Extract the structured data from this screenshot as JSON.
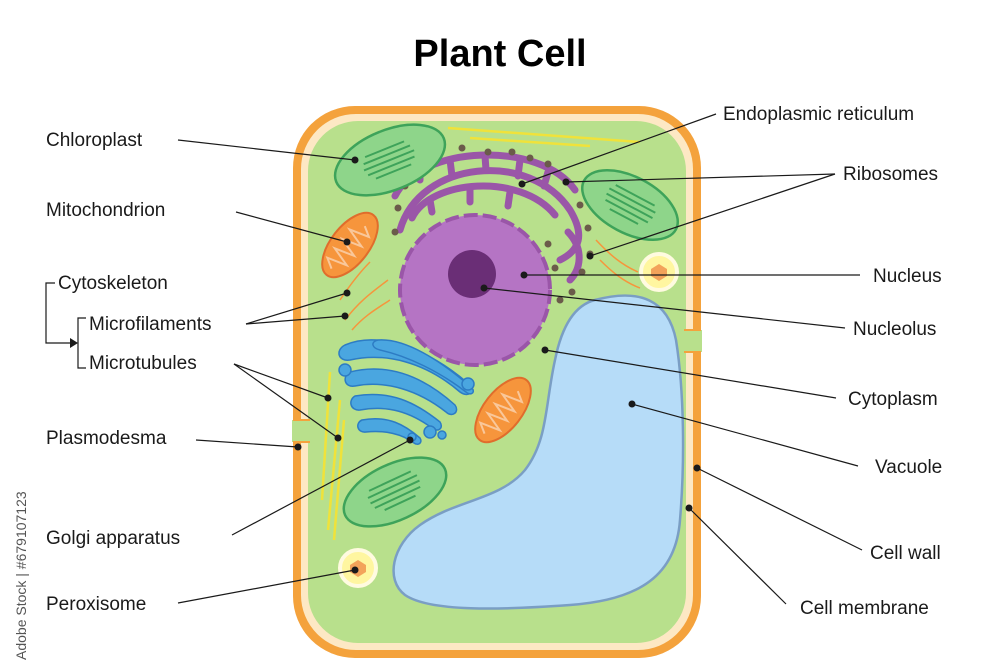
{
  "title": "Plant Cell",
  "labels": {
    "chloroplast": "Chloroplast",
    "mitochondrion": "Mitochondrion",
    "cytoskeleton": "Cytoskeleton",
    "microfilaments": "Microfilaments",
    "microtubules": "Microtubules",
    "plasmodesma": "Plasmodesma",
    "golgi": "Golgi apparatus",
    "peroxisome": "Peroxisome",
    "er": "Endoplasmic reticulum",
    "ribosomes": "Ribosomes",
    "nucleus": "Nucleus",
    "nucleolus": "Nucleolus",
    "cytoplasm": "Cytoplasm",
    "vacuole": "Vacuole",
    "cell_wall": "Cell wall",
    "cell_membrane": "Cell membrane"
  },
  "watermark": "Adobe Stock | #679107123",
  "colors": {
    "cell_wall": "#f4a23c",
    "membrane": "#fde8c4",
    "cytoplasm": "#b8e08c",
    "nucleus": "#b574c4",
    "nucleolus": "#6a2e76",
    "vacuole": "#b6dcf8",
    "chloroplast": "#8ed58a",
    "mitochondrion": "#f6953c",
    "golgi": "#4aa6e0",
    "er": "#9a56a8",
    "peroxisome": "#fff6a0",
    "microtubule": "#f0e23a"
  }
}
